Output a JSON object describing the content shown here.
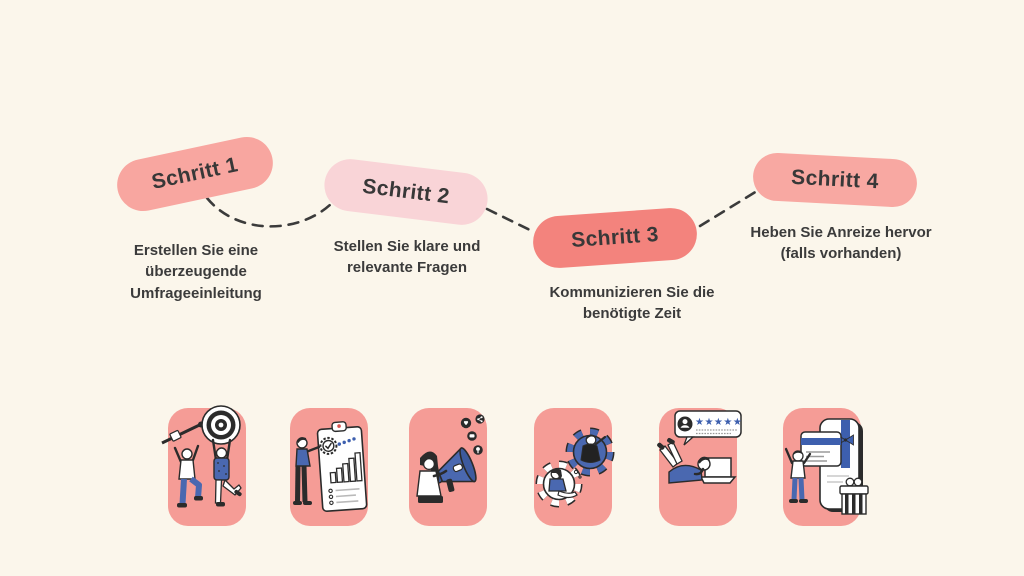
{
  "palette": {
    "background": "#FBF6EB",
    "connector": "#3B3B3B",
    "text": "#3B3B3B",
    "card_bg": "#F59C96",
    "illustration_blue": "#4A68B0",
    "illustration_dark": "#2B2B2B"
  },
  "steps": [
    {
      "label": "Schritt 1",
      "description": "Erstellen Sie eine\nüberzeugende\nUmfrageeinleitung",
      "pill_color": "#F8A6A0"
    },
    {
      "label": "Schritt 2",
      "description": "Stellen Sie klare und\nrelevante Fragen",
      "pill_color": "#F9D4D7"
    },
    {
      "label": "Schritt 3",
      "description": "Kommunizieren Sie die\nbenötigte Zeit",
      "pill_color": "#F3837D"
    },
    {
      "label": "Schritt 4",
      "description": "Heben Sie Anreize hervor\n(falls vorhanden)",
      "pill_color": "#F8A8A2"
    }
  ],
  "cards": [
    {
      "icon": "dart-target-illustration"
    },
    {
      "icon": "clipboard-checklist-illustration"
    },
    {
      "icon": "megaphone-announcement-illustration"
    },
    {
      "icon": "teamwork-gears-illustration"
    },
    {
      "icon": "laptop-review-illustration",
      "stars": "★★★★★"
    },
    {
      "icon": "gift-phone-illustration"
    }
  ]
}
